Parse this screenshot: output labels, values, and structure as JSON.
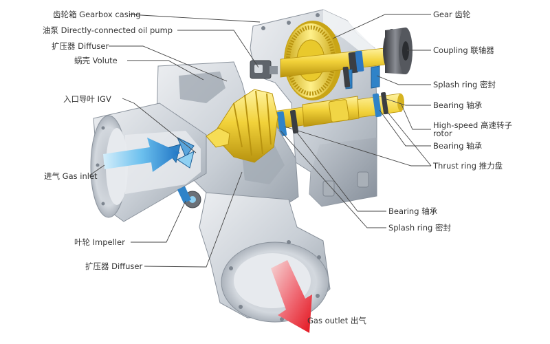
{
  "colors": {
    "casing_light": "#d9dde2",
    "casing_mid": "#b9c0c8",
    "casing_dark": "#8d96a1",
    "gold": "#f2d23a",
    "gold_dark": "#c9a516",
    "blue": "#2f83c8",
    "blue_light": "#8fd0f2",
    "red": "#e3121c",
    "coupling": "#5b5d63",
    "line": "#444444"
  },
  "labels": {
    "gearbox_casing": "齿轮箱 Gearbox casing",
    "oil_pump": "油泵   Directly-connected oil pump",
    "diffuser_top": "扩压器 Diffuser",
    "volute": "蜗壳 Volute",
    "igv": "入口导叶  IGV",
    "gas_inlet": "进气 Gas inlet",
    "impeller": "叶轮 Impeller",
    "diffuser_bottom": "扩压器 Diffuser",
    "gear": "Gear 齿轮",
    "coupling": "Coupling 联轴器",
    "splash_ring_top": "Splash ring 密封",
    "bearing_1": "Bearing 轴承",
    "rotor_line1": "High-speed 高速转子",
    "rotor_line2": "rotor",
    "bearing_2": "Bearing 轴承",
    "thrust_ring": "Thrust ring 推力盘",
    "bearing_bottom": "Bearing 轴承",
    "splash_ring_bottom": "Splash ring  密封",
    "gas_outlet": "Gas outlet 出气"
  }
}
